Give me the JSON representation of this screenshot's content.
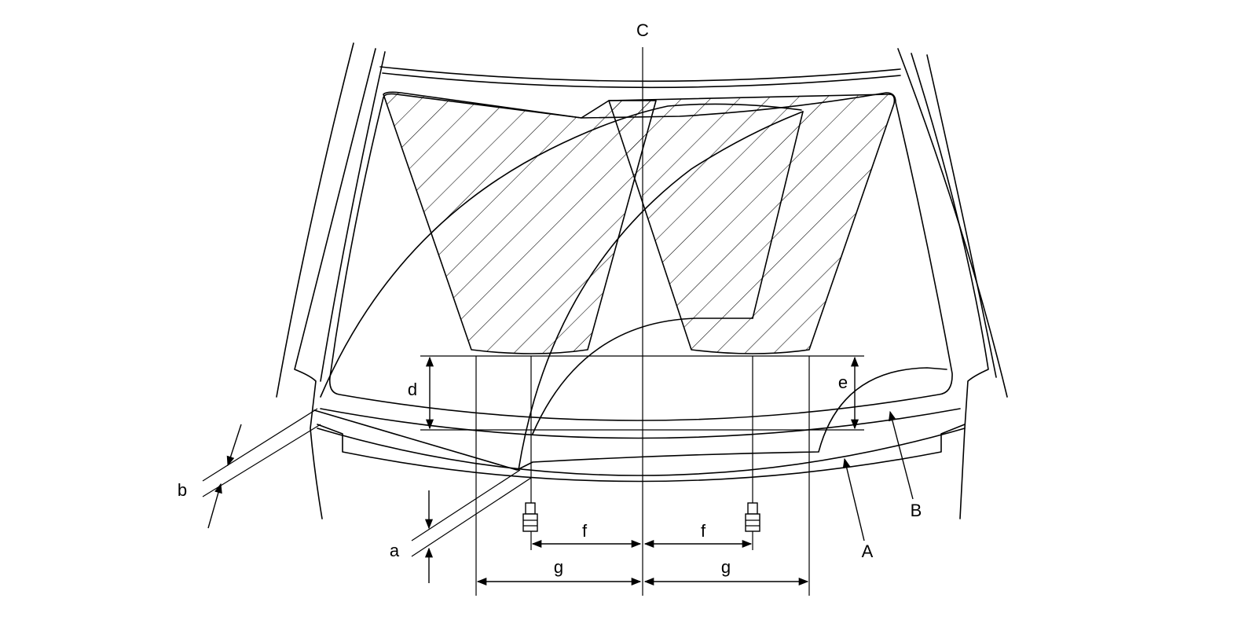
{
  "labels": {
    "center_line": "C",
    "rear_edge": "A",
    "front_edge": "B",
    "a": "a",
    "b": "b",
    "d": "d",
    "e": "e",
    "f_left": "f",
    "f_right": "f",
    "g_left": "g",
    "g_right": "g"
  },
  "colors": {
    "ink": "#000000",
    "background": "#ffffff"
  }
}
